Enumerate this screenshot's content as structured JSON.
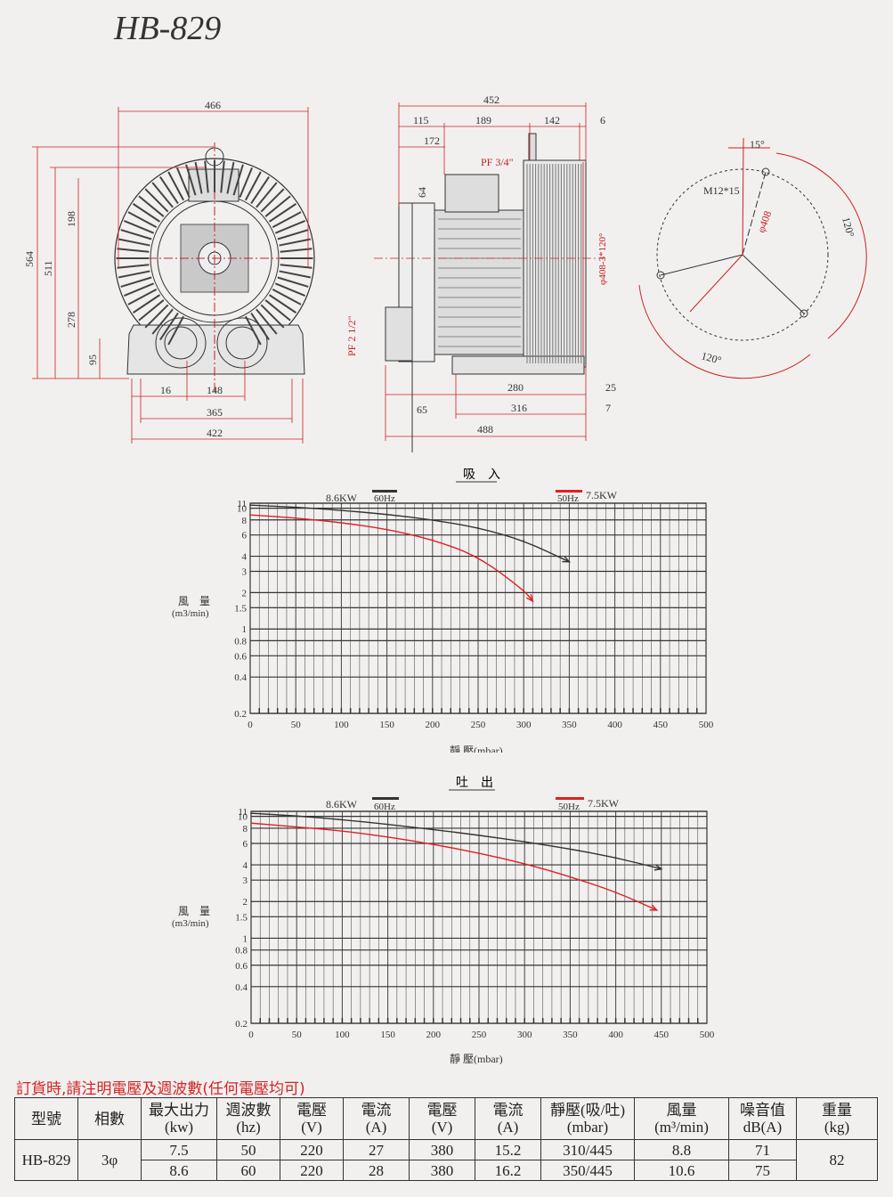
{
  "title": "HB-829",
  "front_view": {
    "dims": [
      "466",
      "564",
      "511",
      "198",
      "278",
      "95",
      "16",
      "148",
      "365",
      "422"
    ]
  },
  "side_view": {
    "dims": [
      "452",
      "115",
      "189",
      "142",
      "6",
      "172",
      "64",
      "280",
      "25",
      "65",
      "316",
      "7",
      "488"
    ],
    "labels": [
      "PF 3/4\"",
      "PF 2 1/2\"",
      "φ408-3*120°"
    ]
  },
  "flange_view": {
    "labels": [
      "15°",
      "M12*15",
      "φ408",
      "120°",
      "120°"
    ]
  },
  "chart_suction": {
    "title": "吸　入",
    "legend_left": "8.6KW",
    "legend_60": "60Hz",
    "legend_50": "50Hz",
    "legend_right": "7.5KW",
    "ylabel_1": "風　量",
    "ylabel_2": "(m3/min)",
    "xlabel": "靜 壓(mbar)"
  },
  "chart_discharge": {
    "title": "吐　出",
    "legend_left": "8.6KW",
    "legend_60": "60Hz",
    "legend_50": "50Hz",
    "legend_right": "7.5KW",
    "ylabel_1": "風　量",
    "ylabel_2": "(m3/min)",
    "xlabel": "靜 壓(mbar)"
  },
  "chart_data": [
    {
      "type": "line",
      "title": "吸　入",
      "xlabel": "靜 壓(mbar)",
      "ylabel": "風　量 (m3/min)",
      "y_scale": "log",
      "xlim": [
        0,
        500
      ],
      "ylim": [
        0.2,
        11
      ],
      "x_ticks": [
        0,
        50,
        100,
        150,
        200,
        250,
        300,
        350,
        400,
        450,
        500
      ],
      "y_ticks": [
        0.2,
        0.4,
        0.6,
        0.8,
        1,
        1.5,
        2,
        3,
        4,
        6,
        8,
        10,
        11
      ],
      "reference_line": 1.5,
      "series": [
        {
          "name": "60Hz",
          "color": "#333333",
          "x": [
            0,
            50,
            100,
            150,
            200,
            250,
            300,
            350
          ],
          "y": [
            10.6,
            10.2,
            9.6,
            8.9,
            8.0,
            6.9,
            5.4,
            3.6
          ]
        },
        {
          "name": "50Hz",
          "color": "#e02020",
          "x": [
            0,
            50,
            100,
            150,
            200,
            250,
            300,
            310
          ],
          "y": [
            8.8,
            8.3,
            7.6,
            6.7,
            5.5,
            4.0,
            2.1,
            1.7
          ]
        }
      ]
    },
    {
      "type": "line",
      "title": "吐　出",
      "xlabel": "靜 壓(mbar)",
      "ylabel": "風　量 (m3/min)",
      "y_scale": "log",
      "xlim": [
        0,
        500
      ],
      "ylim": [
        0.2,
        11
      ],
      "x_ticks": [
        0,
        50,
        100,
        150,
        200,
        250,
        300,
        350,
        400,
        450,
        500
      ],
      "y_ticks": [
        0.2,
        0.4,
        0.6,
        0.8,
        1,
        1.5,
        2,
        3,
        4,
        6,
        8,
        10,
        11
      ],
      "reference_line": 1.5,
      "series": [
        {
          "name": "60Hz",
          "color": "#333333",
          "x": [
            0,
            50,
            100,
            150,
            200,
            250,
            300,
            350,
            400,
            450
          ],
          "y": [
            10.6,
            10.1,
            9.4,
            8.6,
            7.8,
            7.0,
            6.2,
            5.4,
            4.6,
            3.7
          ]
        },
        {
          "name": "50Hz",
          "color": "#e02020",
          "x": [
            0,
            50,
            100,
            150,
            200,
            250,
            300,
            350,
            400,
            445
          ],
          "y": [
            8.8,
            8.2,
            7.6,
            6.8,
            5.9,
            5.0,
            4.1,
            3.2,
            2.4,
            1.7
          ]
        }
      ]
    }
  ],
  "order_note": "訂貨時,請注明電壓及週波數(任何電壓均可)",
  "spec_table": {
    "headers": [
      {
        "l1": "型號",
        "l2": ""
      },
      {
        "l1": "相數",
        "l2": ""
      },
      {
        "l1": "最大出力",
        "l2": "(kw)"
      },
      {
        "l1": "週波數",
        "l2": "(hz)"
      },
      {
        "l1": "電壓",
        "l2": "(V)"
      },
      {
        "l1": "電流",
        "l2": "(A)"
      },
      {
        "l1": "電壓",
        "l2": "(V)"
      },
      {
        "l1": "電流",
        "l2": "(A)"
      },
      {
        "l1": "靜壓(吸/吐)",
        "l2": "(mbar)"
      },
      {
        "l1": "風量",
        "l2": "(m³/min)"
      },
      {
        "l1": "噪音值",
        "l2": "dB(A)"
      },
      {
        "l1": "重量",
        "l2": "(kg)"
      }
    ],
    "model": "HB-829",
    "phase": "3φ",
    "weight": "82",
    "rows": [
      [
        "7.5",
        "50",
        "220",
        "27",
        "380",
        "15.2",
        "310/445",
        "8.8",
        "71"
      ],
      [
        "8.6",
        "60",
        "220",
        "28",
        "380",
        "16.2",
        "350/445",
        "10.6",
        "75"
      ]
    ]
  }
}
